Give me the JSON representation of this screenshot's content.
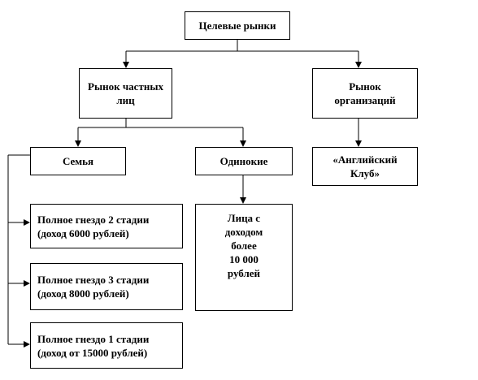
{
  "diagram": {
    "nodes": {
      "root": "Целевые рынки",
      "private_market": "Рынок частных\nлиц",
      "org_market": "Рынок\nорганизаций",
      "family": "Семья",
      "singles": "Одинокие",
      "english_club": "«Английский\nКлуб»",
      "full_nest_2": "Полное гнездо 2 стадии\n(доход  6000 рублей)",
      "full_nest_3": "Полное гнездо 3 стадии\n(доход  8000 рублей)",
      "full_nest_1": "Полное гнездо  1 стадии\n(доход  от 15000 рублей)",
      "income_persons": "Лица с\nдоходом\nболее\n10 000\nрублей"
    },
    "edges": [
      {
        "from": "Целевые рынки",
        "to": "Рынок частных лиц"
      },
      {
        "from": "Целевые рынки",
        "to": "Рынок организаций"
      },
      {
        "from": "Рынок частных лиц",
        "to": "Семья"
      },
      {
        "from": "Рынок частных лиц",
        "to": "Одинокие"
      },
      {
        "from": "Рынок организаций",
        "to": "«Английский Клуб»"
      },
      {
        "from": "Одинокие",
        "to": "Лица с доходом более 10 000 рублей"
      },
      {
        "from": "Семья",
        "to": "Полное гнездо 2 стадии (доход  6000 рублей)"
      },
      {
        "from": "Семья",
        "to": "Полное гнездо 3 стадии (доход  8000 рублей)"
      },
      {
        "from": "Семья",
        "to": "Полное гнездо  1 стадии (доход  от 15000 рублей)"
      }
    ],
    "line_color": "#000000"
  }
}
